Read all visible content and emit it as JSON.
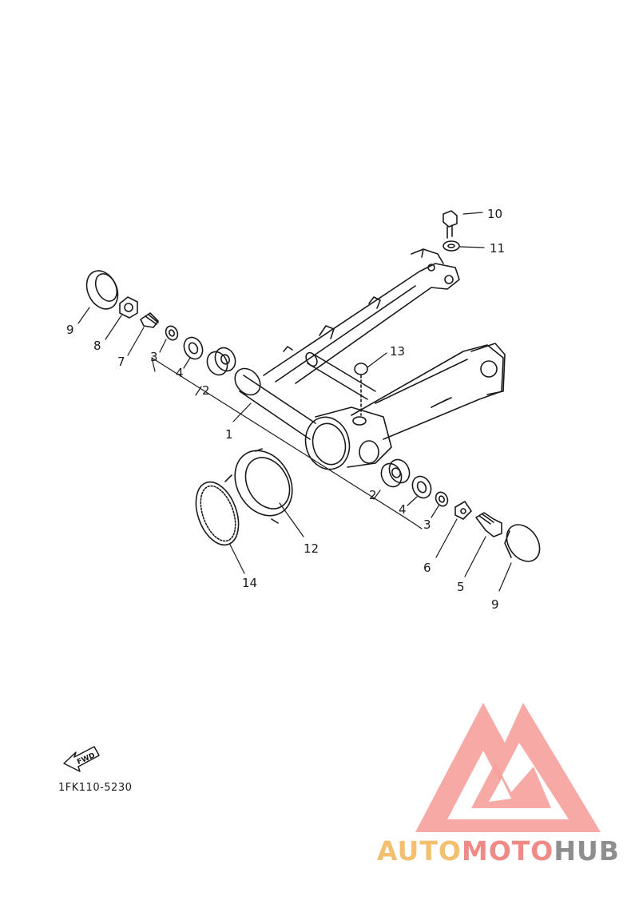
{
  "diagram": {
    "drawing_code": "1FK110-5230",
    "fwd_label": "FWD",
    "callouts": [
      {
        "id": "c1",
        "label": "1"
      },
      {
        "id": "c2a",
        "label": "2"
      },
      {
        "id": "c2b",
        "label": "2"
      },
      {
        "id": "c3a",
        "label": "3"
      },
      {
        "id": "c3b",
        "label": "3"
      },
      {
        "id": "c4a",
        "label": "4"
      },
      {
        "id": "c4b",
        "label": "4"
      },
      {
        "id": "c5",
        "label": "5"
      },
      {
        "id": "c6",
        "label": "6"
      },
      {
        "id": "c7",
        "label": "7"
      },
      {
        "id": "c8",
        "label": "8"
      },
      {
        "id": "c9a",
        "label": "9"
      },
      {
        "id": "c9b",
        "label": "9"
      },
      {
        "id": "c10",
        "label": "10"
      },
      {
        "id": "c11",
        "label": "11"
      },
      {
        "id": "c12",
        "label": "12"
      },
      {
        "id": "c13",
        "label": "13"
      },
      {
        "id": "c14",
        "label": "14"
      }
    ]
  },
  "watermark": {
    "brand_auto": "AUTO",
    "brand_moto": "MOTO",
    "brand_hub": "HUB",
    "colors": {
      "auto": "#f4c06f",
      "moto": "#f08a86",
      "hub": "#8e8e8e",
      "logo": "#f49a96"
    }
  }
}
